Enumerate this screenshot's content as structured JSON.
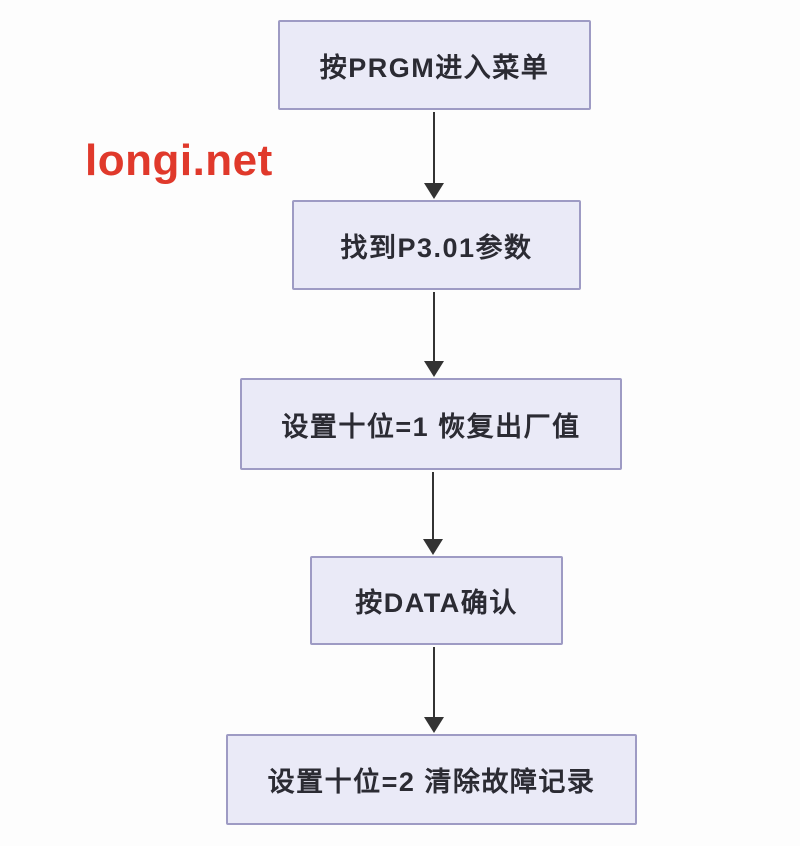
{
  "page": {
    "background": "#fdfdfd"
  },
  "watermark": {
    "text": "longi.net",
    "color": "#e0392b"
  },
  "flowchart": {
    "type": "flowchart",
    "direction": "top-down",
    "colors": {
      "node_fill": "#eaeaf7",
      "node_border": "#9e9bc4",
      "arrow": "#333333",
      "text": "#2b2b33"
    },
    "nodes": [
      {
        "step": 1,
        "label": "按PRGM进入菜单"
      },
      {
        "step": 2,
        "label": "找到P3.01参数"
      },
      {
        "step": 3,
        "label": "设置十位=1 恢复出厂值"
      },
      {
        "step": 4,
        "label": "按DATA确认"
      },
      {
        "step": 5,
        "label": "设置十位=2 清除故障记录"
      }
    ],
    "edges": [
      {
        "from": 1,
        "to": 2
      },
      {
        "from": 2,
        "to": 3
      },
      {
        "from": 3,
        "to": 4
      },
      {
        "from": 4,
        "to": 5
      }
    ]
  }
}
